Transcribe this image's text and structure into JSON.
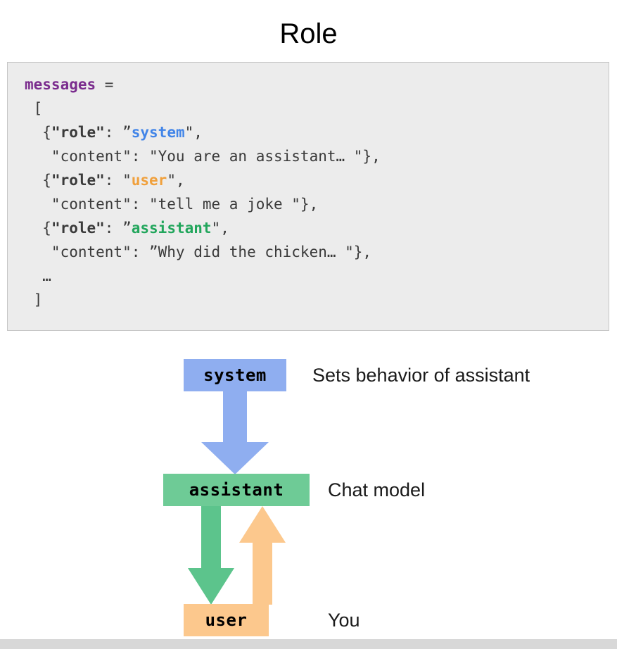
{
  "slide": {
    "title": "Role"
  },
  "code": {
    "lines": [
      [
        {
          "t": "messages",
          "c": "var"
        },
        {
          "t": " = ",
          "c": "plain"
        }
      ],
      [
        {
          "t": " [",
          "c": "punct"
        }
      ],
      [
        {
          "t": "  {",
          "c": "punct"
        },
        {
          "t": "\"role\"",
          "c": "key"
        },
        {
          "t": ": ",
          "c": "plain"
        },
        {
          "t": "”",
          "c": "plain"
        },
        {
          "t": "system",
          "c": "system"
        },
        {
          "t": "\",",
          "c": "plain"
        }
      ],
      [
        {
          "t": "   \"content\": \"You are an assistant… \"},",
          "c": "plain"
        }
      ],
      [
        {
          "t": "  {",
          "c": "punct"
        },
        {
          "t": "\"role\"",
          "c": "key"
        },
        {
          "t": ": ",
          "c": "plain"
        },
        {
          "t": "\"",
          "c": "plain"
        },
        {
          "t": "user",
          "c": "user"
        },
        {
          "t": "\",",
          "c": "plain"
        }
      ],
      [
        {
          "t": "   \"content\": \"tell me a joke \"},",
          "c": "plain"
        }
      ],
      [
        {
          "t": "  {",
          "c": "punct"
        },
        {
          "t": "\"role\"",
          "c": "key"
        },
        {
          "t": ": ",
          "c": "plain"
        },
        {
          "t": "”",
          "c": "plain"
        },
        {
          "t": "assistant",
          "c": "assistant"
        },
        {
          "t": "\",",
          "c": "plain"
        }
      ],
      [
        {
          "t": "   \"content\": ”Why did the chicken… \"},",
          "c": "plain"
        }
      ],
      [
        {
          "t": "  …",
          "c": "plain"
        }
      ],
      [
        {
          "t": " ]",
          "c": "punct"
        }
      ]
    ]
  },
  "diagram": {
    "boxes": {
      "system": {
        "label": "system",
        "color": "#8faef0"
      },
      "assistant": {
        "label": "assistant",
        "color": "#6ecb96"
      },
      "user": {
        "label": "user",
        "color": "#fcc88d"
      }
    },
    "descriptions": {
      "system": "Sets behavior of assistant",
      "assistant": "Chat model",
      "user": "You"
    },
    "arrows": {
      "system_to_assistant": {
        "direction": "down",
        "color": "#8faef0"
      },
      "assistant_to_user": {
        "direction": "down",
        "color": "#5cc48c"
      },
      "user_to_assistant": {
        "direction": "up",
        "color": "#fcc88d"
      }
    }
  }
}
